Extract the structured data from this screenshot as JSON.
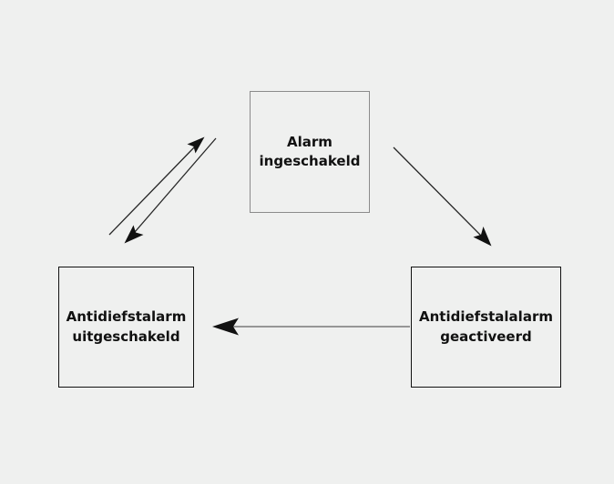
{
  "diagram": {
    "type": "state-transition-diagram",
    "background_color": "#eff0ef",
    "nodes": [
      {
        "id": "alarm-ingeschakeld",
        "line1": "Alarm",
        "line2": "ingeschakeld",
        "border_color": "#8b8b8b"
      },
      {
        "id": "alarm-uitgeschakeld",
        "line1": "Antidiefstalarm",
        "line2": "uitgeschakeld",
        "border_color": "#121212"
      },
      {
        "id": "alarm-geactiveerd",
        "line1": "Antidiefstalalarm",
        "line2": "geactiveerd",
        "border_color": "#121212"
      }
    ],
    "edges": [
      {
        "id": "uitgeschakeld-to-ingeschakeld",
        "from": "alarm-uitgeschakeld",
        "to": "alarm-ingeschakeld",
        "direction": "up-right",
        "color": "#262626"
      },
      {
        "id": "ingeschakeld-to-uitgeschakeld",
        "from": "alarm-ingeschakeld",
        "to": "alarm-uitgeschakeld",
        "direction": "down-left",
        "color": "#262626"
      },
      {
        "id": "ingeschakeld-to-geactiveerd",
        "from": "alarm-ingeschakeld",
        "to": "alarm-geactiveerd",
        "direction": "down-right",
        "color": "#262626"
      },
      {
        "id": "geactiveerd-to-uitgeschakeld",
        "from": "alarm-geactiveerd",
        "to": "alarm-uitgeschakeld",
        "direction": "left",
        "color": "#8a8a8a"
      }
    ]
  }
}
